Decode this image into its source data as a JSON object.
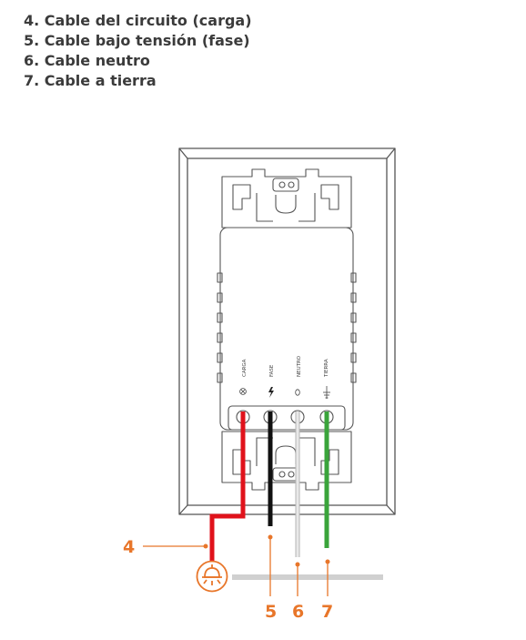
{
  "legend": [
    {
      "number": "4.",
      "text": "Cable del circuito (carga)"
    },
    {
      "number": "5.",
      "text": "Cable bajo tensión (fase)"
    },
    {
      "number": "6.",
      "text": "Cable neutro"
    },
    {
      "number": "7.",
      "text": "Cable a tierra"
    }
  ],
  "terminals": {
    "carga": "CARGA",
    "fase": "FASE",
    "neutro": "NEUTRO",
    "tierra": "TIERRA"
  },
  "callouts": {
    "load": "4",
    "live": "5",
    "neutral": "6",
    "ground": "7"
  },
  "colors": {
    "accent": "#e8762a",
    "text": "#3b3b3b",
    "load_wire": "#e0121b",
    "live_wire": "#111111",
    "neutral_wire": "#d9d9d9",
    "ground_wire": "#3aa43b",
    "plate_outline": "#555555"
  },
  "icons": {
    "load": "light-bulb-icon",
    "live": "lightning-icon",
    "neutral": "neutral-circle-icon",
    "ground": "ground-icon"
  }
}
